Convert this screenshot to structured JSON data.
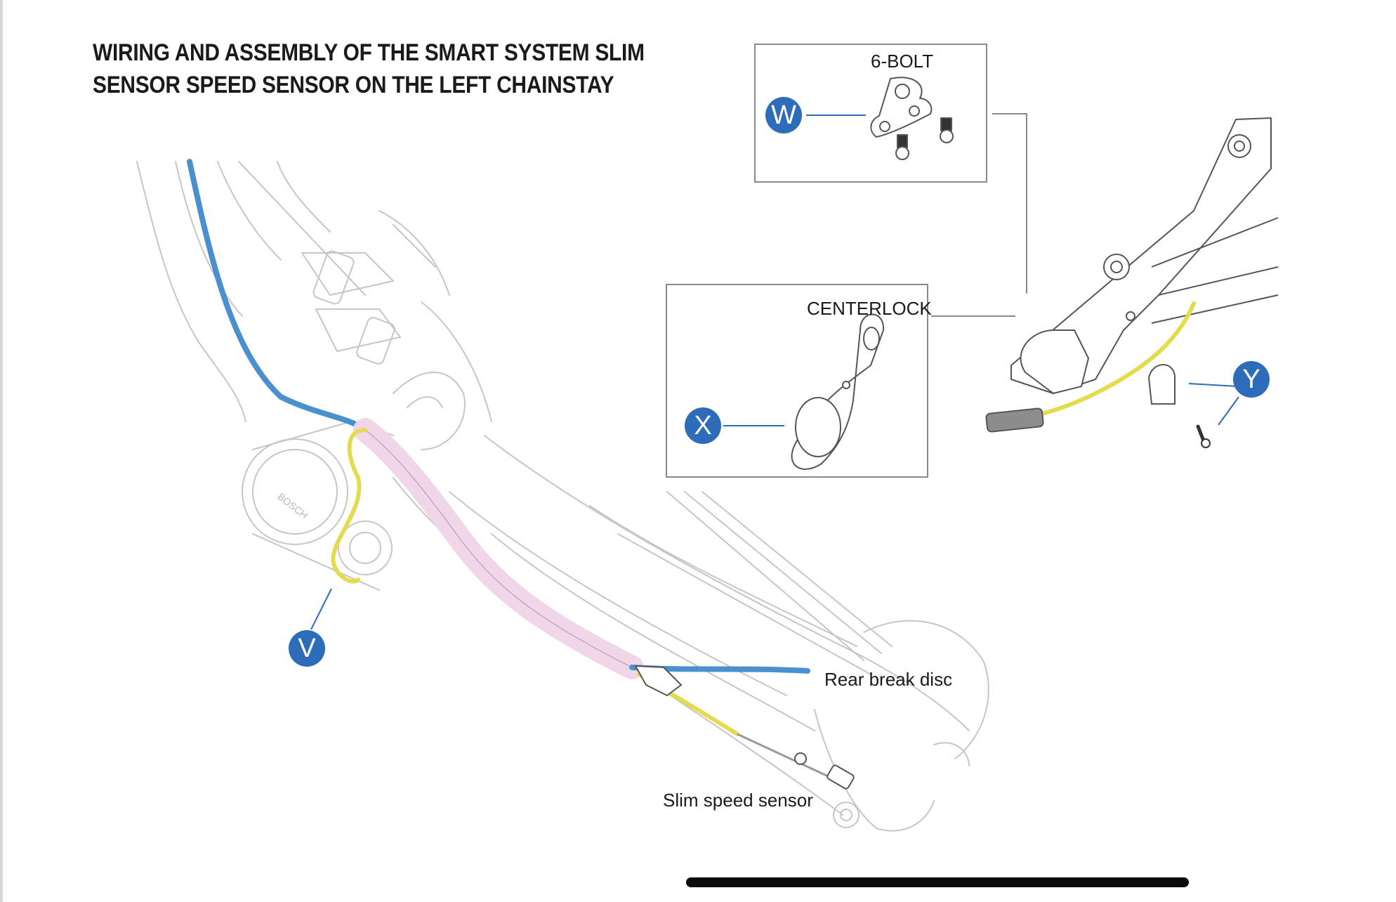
{
  "title": {
    "line1": "WIRING AND ASSEMBLY OF THE SMART SYSTEM SLIM",
    "line2": "SENSOR SPEED SENSOR ON THE LEFT CHAINSTAY"
  },
  "insets": {
    "six_bolt": {
      "label": "6-BOLT",
      "badge": "W"
    },
    "centerlock": {
      "label": "CENTERLOCK",
      "badge": "X"
    }
  },
  "badges": {
    "v": "V",
    "y": "Y"
  },
  "callouts": {
    "rear_brake": "Rear break disc",
    "sensor": "Slim speed sensor"
  },
  "motor_brand": "BOSCH",
  "colors": {
    "badge": "#2d6cb8",
    "brake_cable": "#4a90cf",
    "sensor_cable": "#e4dc50",
    "cable_sleeve": "#f1d6ea",
    "frame_line": "#c6c6c6"
  }
}
